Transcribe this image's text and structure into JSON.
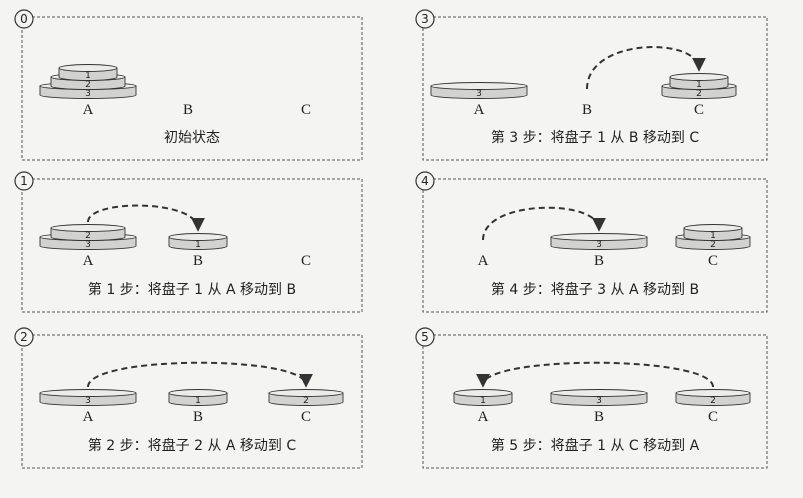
{
  "pegs": [
    "A",
    "B",
    "C"
  ],
  "panels": [
    {
      "number": "0",
      "caption": "初始状态",
      "state": {
        "A": [
          "3",
          "2",
          "1"
        ],
        "B": [],
        "C": []
      },
      "arrow": null
    },
    {
      "number": "3",
      "caption": "第 3 步：将盘子 1 从 B 移动到 C",
      "state": {
        "A": [
          "3"
        ],
        "B": [],
        "C": [
          "2",
          "1"
        ]
      },
      "arrow": {
        "from": "B",
        "to": "C"
      }
    },
    {
      "number": "1",
      "caption": "第 1 步：将盘子 1 从 A 移动到 B",
      "state": {
        "A": [
          "3",
          "2"
        ],
        "B": [
          "1"
        ],
        "C": []
      },
      "arrow": {
        "from": "A",
        "to": "B"
      }
    },
    {
      "number": "4",
      "caption": "第 4 步：将盘子 3 从 A 移动到 B",
      "state": {
        "A": [],
        "B": [
          "3"
        ],
        "C": [
          "2",
          "1"
        ]
      },
      "arrow": {
        "from": "A",
        "to": "B"
      }
    },
    {
      "number": "2",
      "caption": "第 2 步：将盘子 2 从 A 移动到 C",
      "state": {
        "A": [
          "3"
        ],
        "B": [
          "1"
        ],
        "C": [
          "2"
        ]
      },
      "arrow": {
        "from": "A",
        "to": "C"
      }
    },
    {
      "number": "5",
      "caption": "第 5 步：将盘子 1 从 C 移动到 A",
      "state": {
        "A": [
          "1"
        ],
        "B": [
          "3"
        ],
        "C": [
          "2"
        ]
      },
      "arrow": {
        "from": "C",
        "to": "A"
      }
    }
  ]
}
